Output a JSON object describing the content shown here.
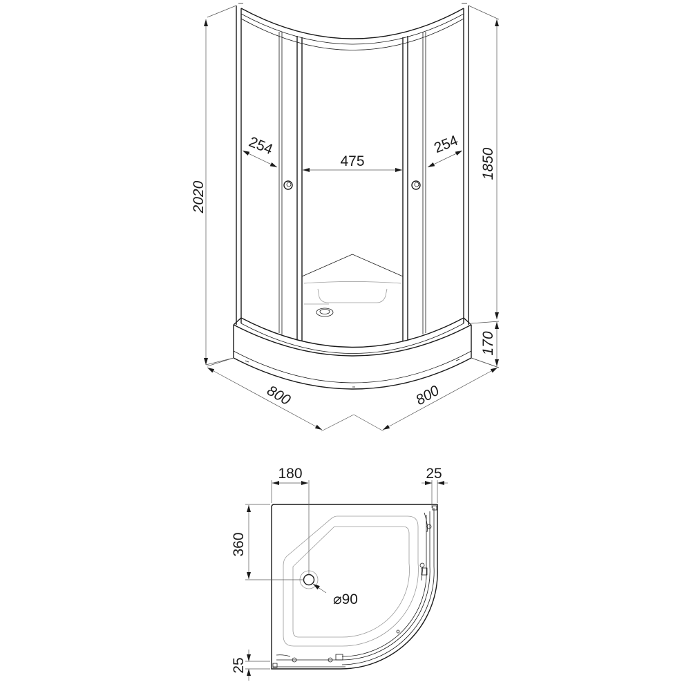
{
  "drawing": {
    "title": "Corner shower enclosure dimension drawing",
    "front_view": {
      "left_panel_width": "254",
      "door_opening_width": "475",
      "right_panel_width": "254",
      "total_height": "2020",
      "glass_height": "1850",
      "tray_height": "170",
      "left_depth": "800",
      "right_depth": "800"
    },
    "plan_view": {
      "drain_offset_x": "180",
      "frame_offset_right": "25",
      "drain_offset_y": "360",
      "frame_offset_bottom": "25",
      "drain_diameter": "⌀90"
    },
    "line_color": "#1a1a1a"
  }
}
